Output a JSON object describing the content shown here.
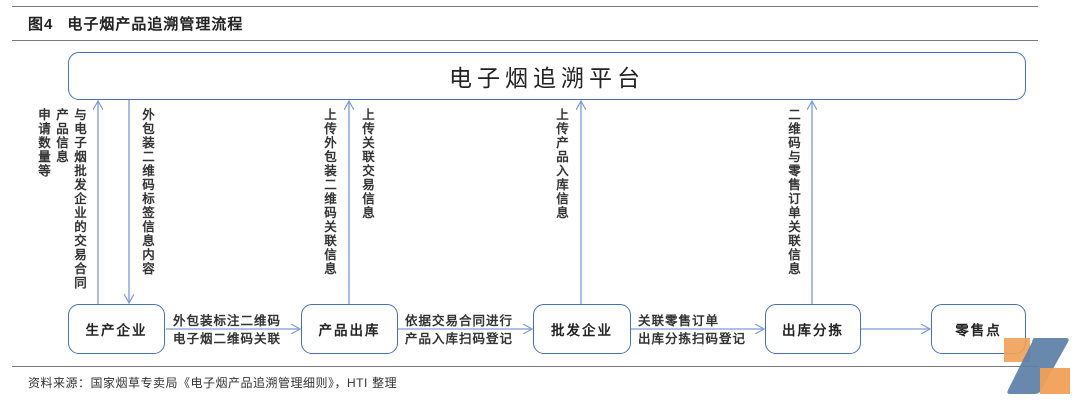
{
  "figure": {
    "label": "图4",
    "title": "电子烟产品追溯管理流程"
  },
  "platform": {
    "label": "电子烟追溯平台"
  },
  "nodes": [
    {
      "id": "producer",
      "label": "生产企业"
    },
    {
      "id": "outbound",
      "label": "产品出库"
    },
    {
      "id": "wholesaler",
      "label": "批发企业"
    },
    {
      "id": "sorting",
      "label": "出库分拣"
    },
    {
      "id": "retail",
      "label": "零售点"
    }
  ],
  "vertical_labels": {
    "producer_up_outer": "申请数量等",
    "producer_up_mid": "产品信息",
    "producer_up_inner": "与电子烟批发企业的交易合同",
    "platform_down_to_producer": "外包装二维码标签信息内容",
    "outbound_up_left": "上传外包装二维码关联信息",
    "outbound_up_right": "上传关联交易信息",
    "wholesaler_up": "上传产品入库信息",
    "sorting_up": "二维码与零售订单关联信息"
  },
  "edge_labels": {
    "producer_to_outbound": {
      "line1": "外包装标注二维码",
      "line2": "电子烟二维码关联"
    },
    "outbound_to_wholesaler": {
      "line1": "依据交易合同进行",
      "line2": "产品入库扫码登记"
    },
    "wholesaler_to_sorting": {
      "line1": "关联零售订单",
      "line2": "出库分拣扫码登记"
    },
    "sorting_to_retail": {
      "line1": "",
      "line2": ""
    }
  },
  "source": {
    "prefix": "资料来源：国家烟草专卖局《电子烟产品追溯管理细则》，",
    "org": "HTI",
    "suffix": " 整理"
  },
  "colors": {
    "box_border": "#4a6fb5",
    "arrow": "#7d9bd4",
    "rule": "#7a7a7a",
    "logo_blue": "#5b7fa6",
    "logo_orange": "#f0a057"
  }
}
